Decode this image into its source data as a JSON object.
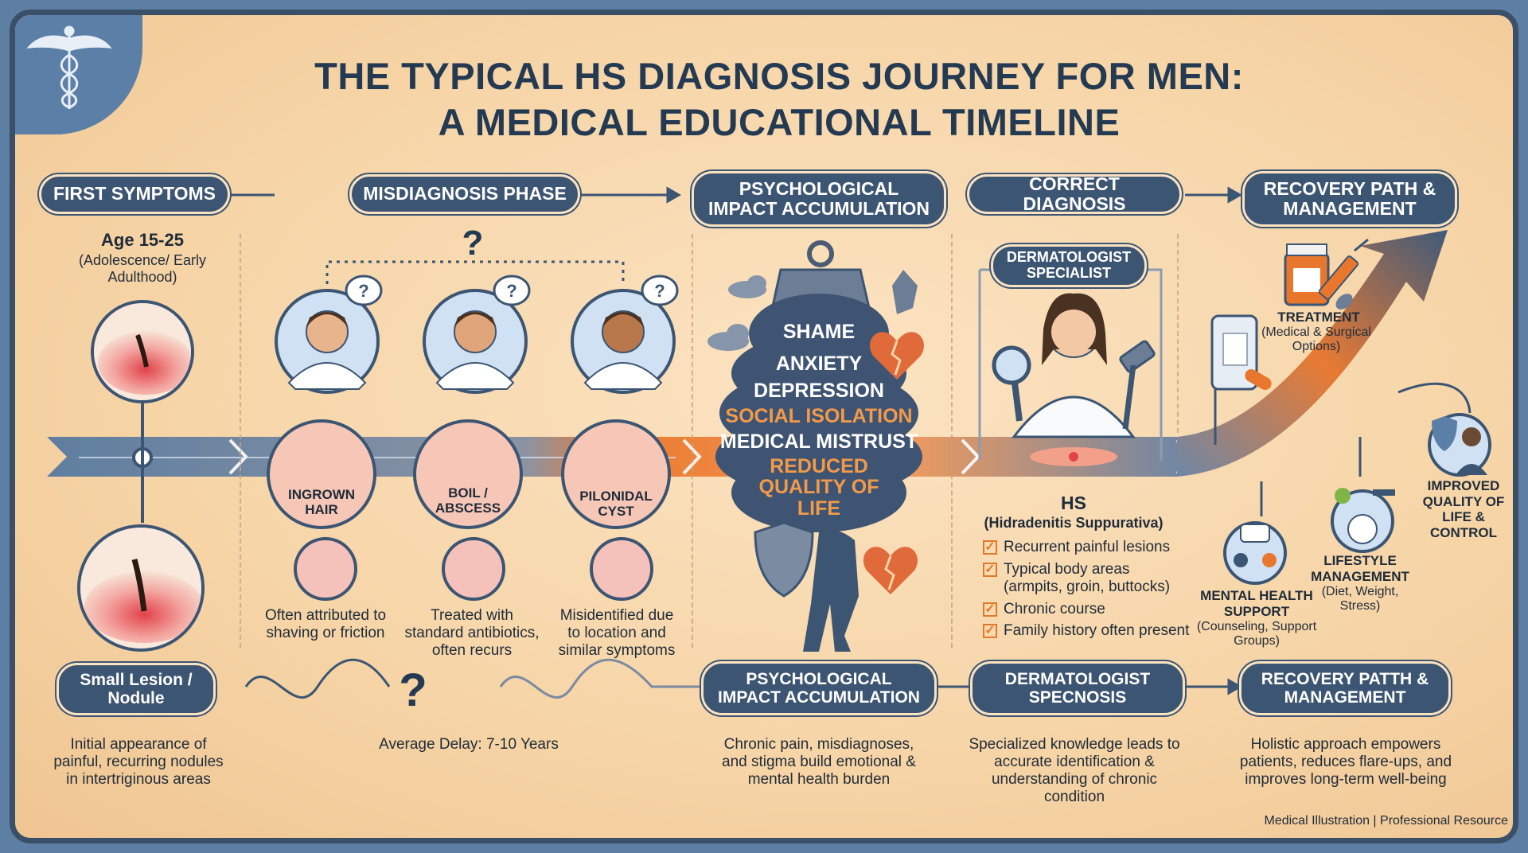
{
  "title_line1": "THE TYPICAL HS DIAGNOSIS JOURNEY FOR MEN:",
  "title_line2": "A MEDICAL EDUCATIONAL TIMELINE",
  "stages": {
    "first": "FIRST SYMPTOMS",
    "misdiagnosis": "MISDIAGNOSIS PHASE",
    "psych": "PSYCHOLOGICAL IMPACT ACCUMULATION",
    "correct": "CORRECT DIAGNOSIS",
    "recovery": "RECOVERY PATH & MANAGEMENT"
  },
  "first_symptoms": {
    "age": "Age 15-25",
    "age_note": "(Adolescence/ Early Adulthood)"
  },
  "misdiagnoses": [
    {
      "label": "INGROWN HAIR",
      "note": "Often attributed to shaving or friction"
    },
    {
      "label": "BOIL / ABSCESS",
      "note": "Treated with standard antibiotics, often recurs"
    },
    {
      "label": "PILONIDAL CYST",
      "note": "Misidentified due to location and similar symptoms"
    }
  ],
  "question_mark": "?",
  "psych_words": [
    "SHAME",
    "ANXIETY",
    "DEPRESSION",
    "SOCIAL ISOLATION",
    "MEDICAL MISTRUST",
    "REDUCED QUALITY OF LIFE"
  ],
  "correct": {
    "specialist": "DERMATOLOGIST SPECIALIST",
    "hs": "HS",
    "hs_full": "(Hidradenitis Suppurativa)",
    "checklist": [
      "Recurrent painful lesions",
      "Typical body areas (armpits, groin, buttocks)",
      "Chronic course",
      "Family history often present"
    ]
  },
  "recovery": {
    "treatment_title": "TREATMENT",
    "treatment_note": "(Medical & Surgical Options)",
    "mental_title": "MENTAL HEALTH SUPPORT",
    "mental_note": "(Counseling, Support Groups)",
    "lifestyle_title": "LIFESTYLE MANAGEMENT",
    "lifestyle_note": "(Diet, Weight, Stress)",
    "quality": "IMPROVED QUALITY OF LIFE & CONTROL"
  },
  "bottom": {
    "lesion_pill": "Small Lesion / Nodule",
    "lesion_text": "Initial appearance of painful, recurring nodules in intertriginous areas",
    "delay_text": "Average Delay: 7-10 Years",
    "psych_pill": "PSYCHOLOGICAL IMPACT ACCUMULATION",
    "psych_text": "Chronic pain, misdiagnoses, and stigma build emotional & mental health burden",
    "derm_pill": "DERMATOLOGIST SPECNOSIS",
    "derm_text": "Specialized knowledge leads to accurate identification & understanding of chronic condition",
    "recovery_pill": "RECOVERY PATTH & MANAGEMENT",
    "recovery_text": "Holistic approach empowers patients, reduces flare-ups, and improves long-term well-being"
  },
  "footer": "Medical Illustration | Professional Resource",
  "colors": {
    "navy": "#3c5573",
    "orange": "#e8772d",
    "background": "#f6d4a6"
  },
  "icons": [
    "caduceus-icon",
    "doctor-icon",
    "weight-icon",
    "broken-heart-icon",
    "shield-icon",
    "magnifier-icon",
    "hammer-icon",
    "pill-bottle-icon",
    "syringe-icon",
    "chat-icon",
    "dumbbell-icon",
    "apple-icon"
  ]
}
